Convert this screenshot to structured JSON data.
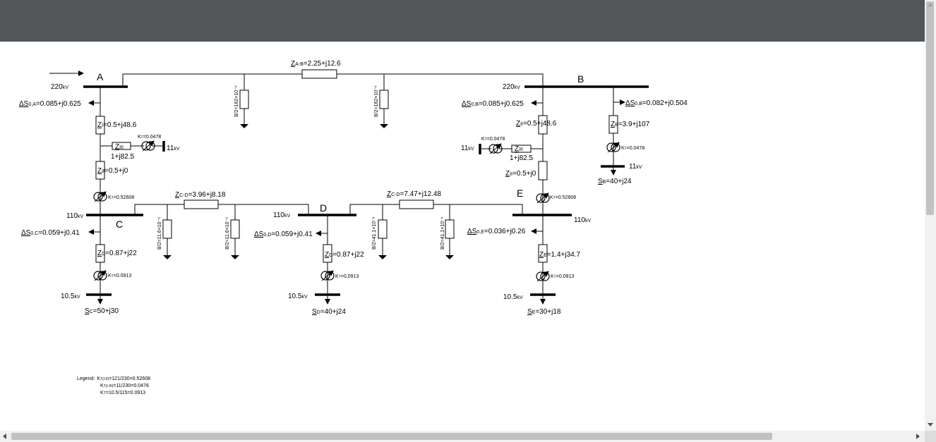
{
  "buses": {
    "A": "A",
    "B": "B",
    "C": "C",
    "D": "D",
    "E": "E"
  },
  "voltages": {
    "a": "220",
    "a_sub": "kV",
    "b": "220",
    "b_sub": "kV",
    "c": "110",
    "c_sub": "kV",
    "d": "110",
    "d_sub": "kV",
    "e": "110",
    "e_sub": "kV",
    "a_lv": "11",
    "a_lv_sub": "kV",
    "b_lv": "11",
    "b_lv_sub": "kV",
    "b_lv2": "11",
    "b_lv2_sub": "kV",
    "c_lv": "10.5",
    "c_lv_sub": "kV",
    "d_lv": "10.5",
    "d_lv_sub": "kV",
    "e_lv": "10.5",
    "e_lv_sub": "kV"
  },
  "lines": {
    "ab": {
      "prefix": "Z",
      "sub": "A-B",
      "value": "=2.25+j12.6"
    },
    "cd": {
      "prefix": "Z",
      "sub": "C-D",
      "value": "=3.96+j8.18"
    },
    "de": {
      "prefix": "Z",
      "sub": "C-D",
      "value": "=7.47+j12.48"
    }
  },
  "shunts": {
    "ab": "B/2=162×10⁻⁶",
    "cd": "B/2=11.6×10⁻⁶",
    "de": "B/2=41.1×10⁻⁶"
  },
  "losses": {
    "a": {
      "prefix": "ΔS",
      "sub": "0,A",
      "value": "=0.085+j0.625"
    },
    "b1": {
      "prefix": "ΔS",
      "sub": "0,B",
      "value": "=0.085+j0.625"
    },
    "b2": {
      "prefix": "ΔS",
      "sub": "0,B",
      "value": "=0.082+j0.504"
    },
    "c": {
      "prefix": "ΔS",
      "sub": "0,C",
      "value": "=0.059+j0.41"
    },
    "d": {
      "prefix": "ΔS",
      "sub": "0,D",
      "value": "=0.059+j0.41"
    },
    "e": {
      "prefix": "ΔS",
      "sub": "0,E",
      "value": "=0.036+j0.26"
    }
  },
  "impedances": {
    "a_hv": {
      "prefix": "Z",
      "sub": "I",
      "value": "=0.5+j48.6"
    },
    "a_mv": {
      "prefix": "Z",
      "sub": "III",
      "value": "1+j82.5"
    },
    "a_lv": {
      "prefix": "Z",
      "sub": "II",
      "value": "=0.5+j0"
    },
    "b_hv": {
      "prefix": "Z",
      "sub": "II",
      "value": "=0.5+j48.6"
    },
    "b_mv": {
      "prefix": "Z",
      "sub": "III",
      "value": "1+j82.5"
    },
    "b_lv": {
      "prefix": "Z",
      "sub": "II",
      "value": "=0.5+j0"
    },
    "b_tr": {
      "prefix": "Z",
      "sub": "B",
      "value": "=3.9+j107"
    },
    "c": {
      "prefix": "Z",
      "sub": "C",
      "value": "=0.87+j22"
    },
    "d": {
      "prefix": "Z",
      "sub": "D",
      "value": "=0.87+j22"
    },
    "e": {
      "prefix": "Z",
      "sub": "E",
      "value": "=1.4+j34.7"
    }
  },
  "ratios": {
    "a_iii": {
      "prefix": "K",
      "sub": "T",
      "value": "=0.0478"
    },
    "a_i": {
      "prefix": "K",
      "sub": "T",
      "value": "=0.52608"
    },
    "b_iii": {
      "prefix": "K",
      "sub": "T",
      "value": "=0.0478"
    },
    "b_tr": {
      "prefix": "K",
      "sub": "T",
      "value": "=0.0478"
    },
    "e_i": {
      "prefix": "K",
      "sub": "T",
      "value": "=0.52608"
    },
    "c": {
      "prefix": "K",
      "sub": "T",
      "value": "=0.0913"
    },
    "d": {
      "prefix": "K",
      "sub": "T",
      "value": "=0.0913"
    },
    "e": {
      "prefix": "K",
      "sub": "T",
      "value": "=0.0913"
    }
  },
  "loads": {
    "b": {
      "prefix": "S",
      "sub": "B",
      "value": "=40+j24"
    },
    "c": {
      "prefix": "S",
      "sub": "C",
      "value": "=50+j30"
    },
    "d": {
      "prefix": "S",
      "sub": "D",
      "value": "=40+j24"
    },
    "e": {
      "prefix": "S",
      "sub": "E",
      "value": "=30+j18"
    }
  },
  "notes": {
    "lead": "Legend:",
    "line1_prefix": "K",
    "line1_sub": "T(I-II)",
    "line1_value": "=121/230=0.52608",
    "line2_prefix": "K",
    "line2_sub": "T(I-III)",
    "line2_value": "=11/230=0.0478",
    "line3_prefix": "K",
    "line3_sub": "T",
    "line3_value": "=10.5/115=0.0913"
  }
}
